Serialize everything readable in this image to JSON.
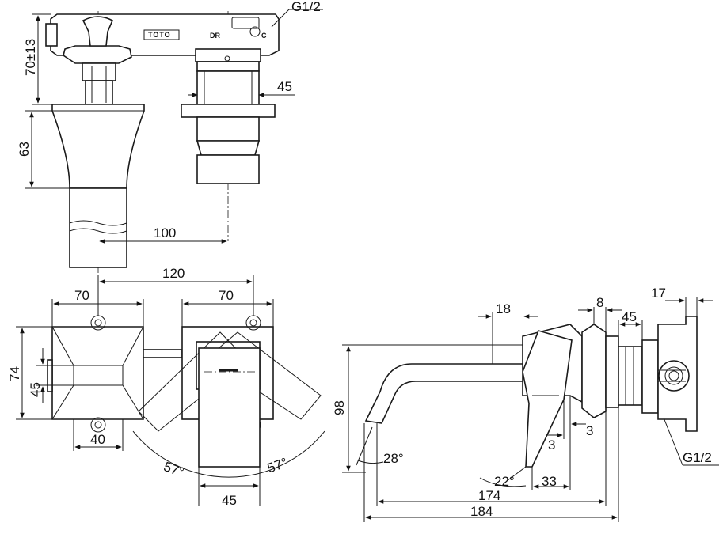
{
  "diagram": {
    "brand_mark": "TOTO",
    "handle_marks": {
      "left": "DR",
      "right": "C"
    },
    "thread_top": "G1/2",
    "thread_side": "G1/2",
    "dims": {
      "top_height": "70±13",
      "top_sleeve": "45",
      "spout_body": "63",
      "spout_to_valve": "100",
      "front_spacing": "120",
      "front_left_width": "70",
      "front_right_width": "70",
      "front_height": "74",
      "front_inner_height": "45",
      "front_bottom_left": "40",
      "front_bottom_right": "45",
      "angle_left": "57°",
      "angle_right": "57°",
      "side_18": "18",
      "side_8": "8",
      "side_45": "45",
      "side_17": "17",
      "side_98": "98",
      "side_3a": "3",
      "side_3b": "3",
      "side_28": "28°",
      "side_22": "22°",
      "side_33": "33",
      "side_174": "174",
      "side_184": "184"
    }
  }
}
